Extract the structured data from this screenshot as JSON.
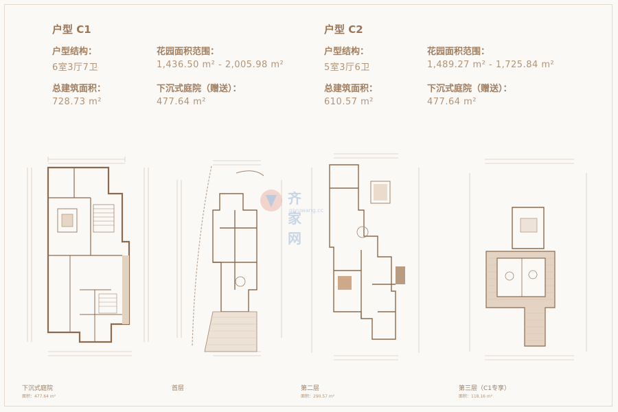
{
  "c1": {
    "title": "户型 C1",
    "structure_label": "户型结构：",
    "structure_value": "6室3厅7卫",
    "garden_label": "花园面积范围：",
    "garden_value": "1,436.50 m² - 2,005.98 m²",
    "area_label": "总建筑面积：",
    "area_value": "728.73 m²",
    "courtyard_label": "下沉式庭院（赠送）：",
    "courtyard_value": "477.64 m²"
  },
  "c2": {
    "title": "户型 C2",
    "structure_label": "户型结构：",
    "structure_value": "5室3厅6卫",
    "garden_label": "花园面积范围：",
    "garden_value": "1,489.27 m² - 1,725.84 m²",
    "area_label": "总建筑面积：",
    "area_value": "610.57 m²",
    "courtyard_label": "下沉式庭院（赠送）：",
    "courtyard_value": "477.64 m²"
  },
  "plans": {
    "p1_caption": "下沉式庭院",
    "p1_sub": "面积：477.64 m²",
    "p2_caption": "首层",
    "p3_caption": "第二层",
    "p3_sub": "面积：290.57 m²",
    "p4_caption": "第三层（C1专享）",
    "p4_sub": "面积：118.16 m²"
  },
  "watermark": {
    "text": "齐家网",
    "sub": "qiyuwang.cc"
  },
  "colors": {
    "text": "#a27f60",
    "wall": "#8c6a4d",
    "line": "#c8b5a2",
    "fill": "#d9c3ad"
  }
}
